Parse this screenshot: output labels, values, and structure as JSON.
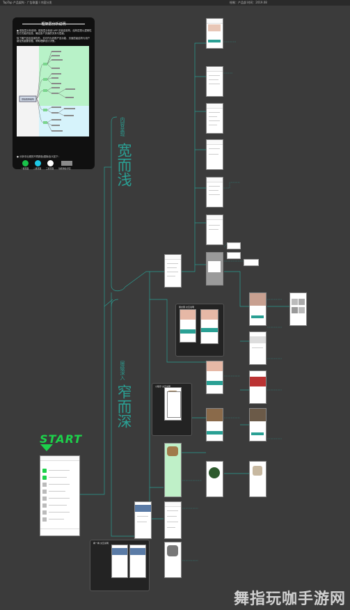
{
  "topbar": {
    "left_text": "TapTap 产品架构 · 广告联盟 / 内容分发",
    "right_text": "绘制：产品部   时间：2019.08"
  },
  "legend_card": {
    "title": "框架层分析说明",
    "intro": "● 框架层分析说明：框架层分析即 APP 的信息架构，结构层是以逻辑性的方式组织信息，确定各个页面的关系与层级。",
    "body": "除了解产品信息架构外，也可作为判断产品功能、页面层级结构与用户路径的重要依据，帮助理解设计决策。",
    "mindmap_root": "微信框架结构",
    "legend_heading": "● 分析中出现的不同颜色/图标含义如下：",
    "legend_items": [
      {
        "label": "一级页面",
        "color": "#19c24a"
      },
      {
        "label": "二级页面",
        "color": "#1ec8e6"
      },
      {
        "label": "三级页面",
        "color": "#ffffff"
      },
      {
        "label": "功能弹窗/浮层",
        "color": "#8a8a8a"
      }
    ]
  },
  "labels": {
    "wide_shallow_small": "内容呈现",
    "wide_shallow": "宽而浅",
    "narrow_deep_small": "层级深入",
    "narrow_deep": "窄而深",
    "start": "START"
  },
  "panels": {
    "panel_a_title": "朋友圈·交互说明",
    "panel_b_title": "小程序·交互说明",
    "panel_c_title": "看一看·交互说明"
  },
  "watermark": "舞指玩咖手游网",
  "colors": {
    "accent_teal": "#2aa094",
    "start_green": "#1dd14b",
    "line_teal": "#2aa094",
    "background": "#3b3b3b"
  }
}
